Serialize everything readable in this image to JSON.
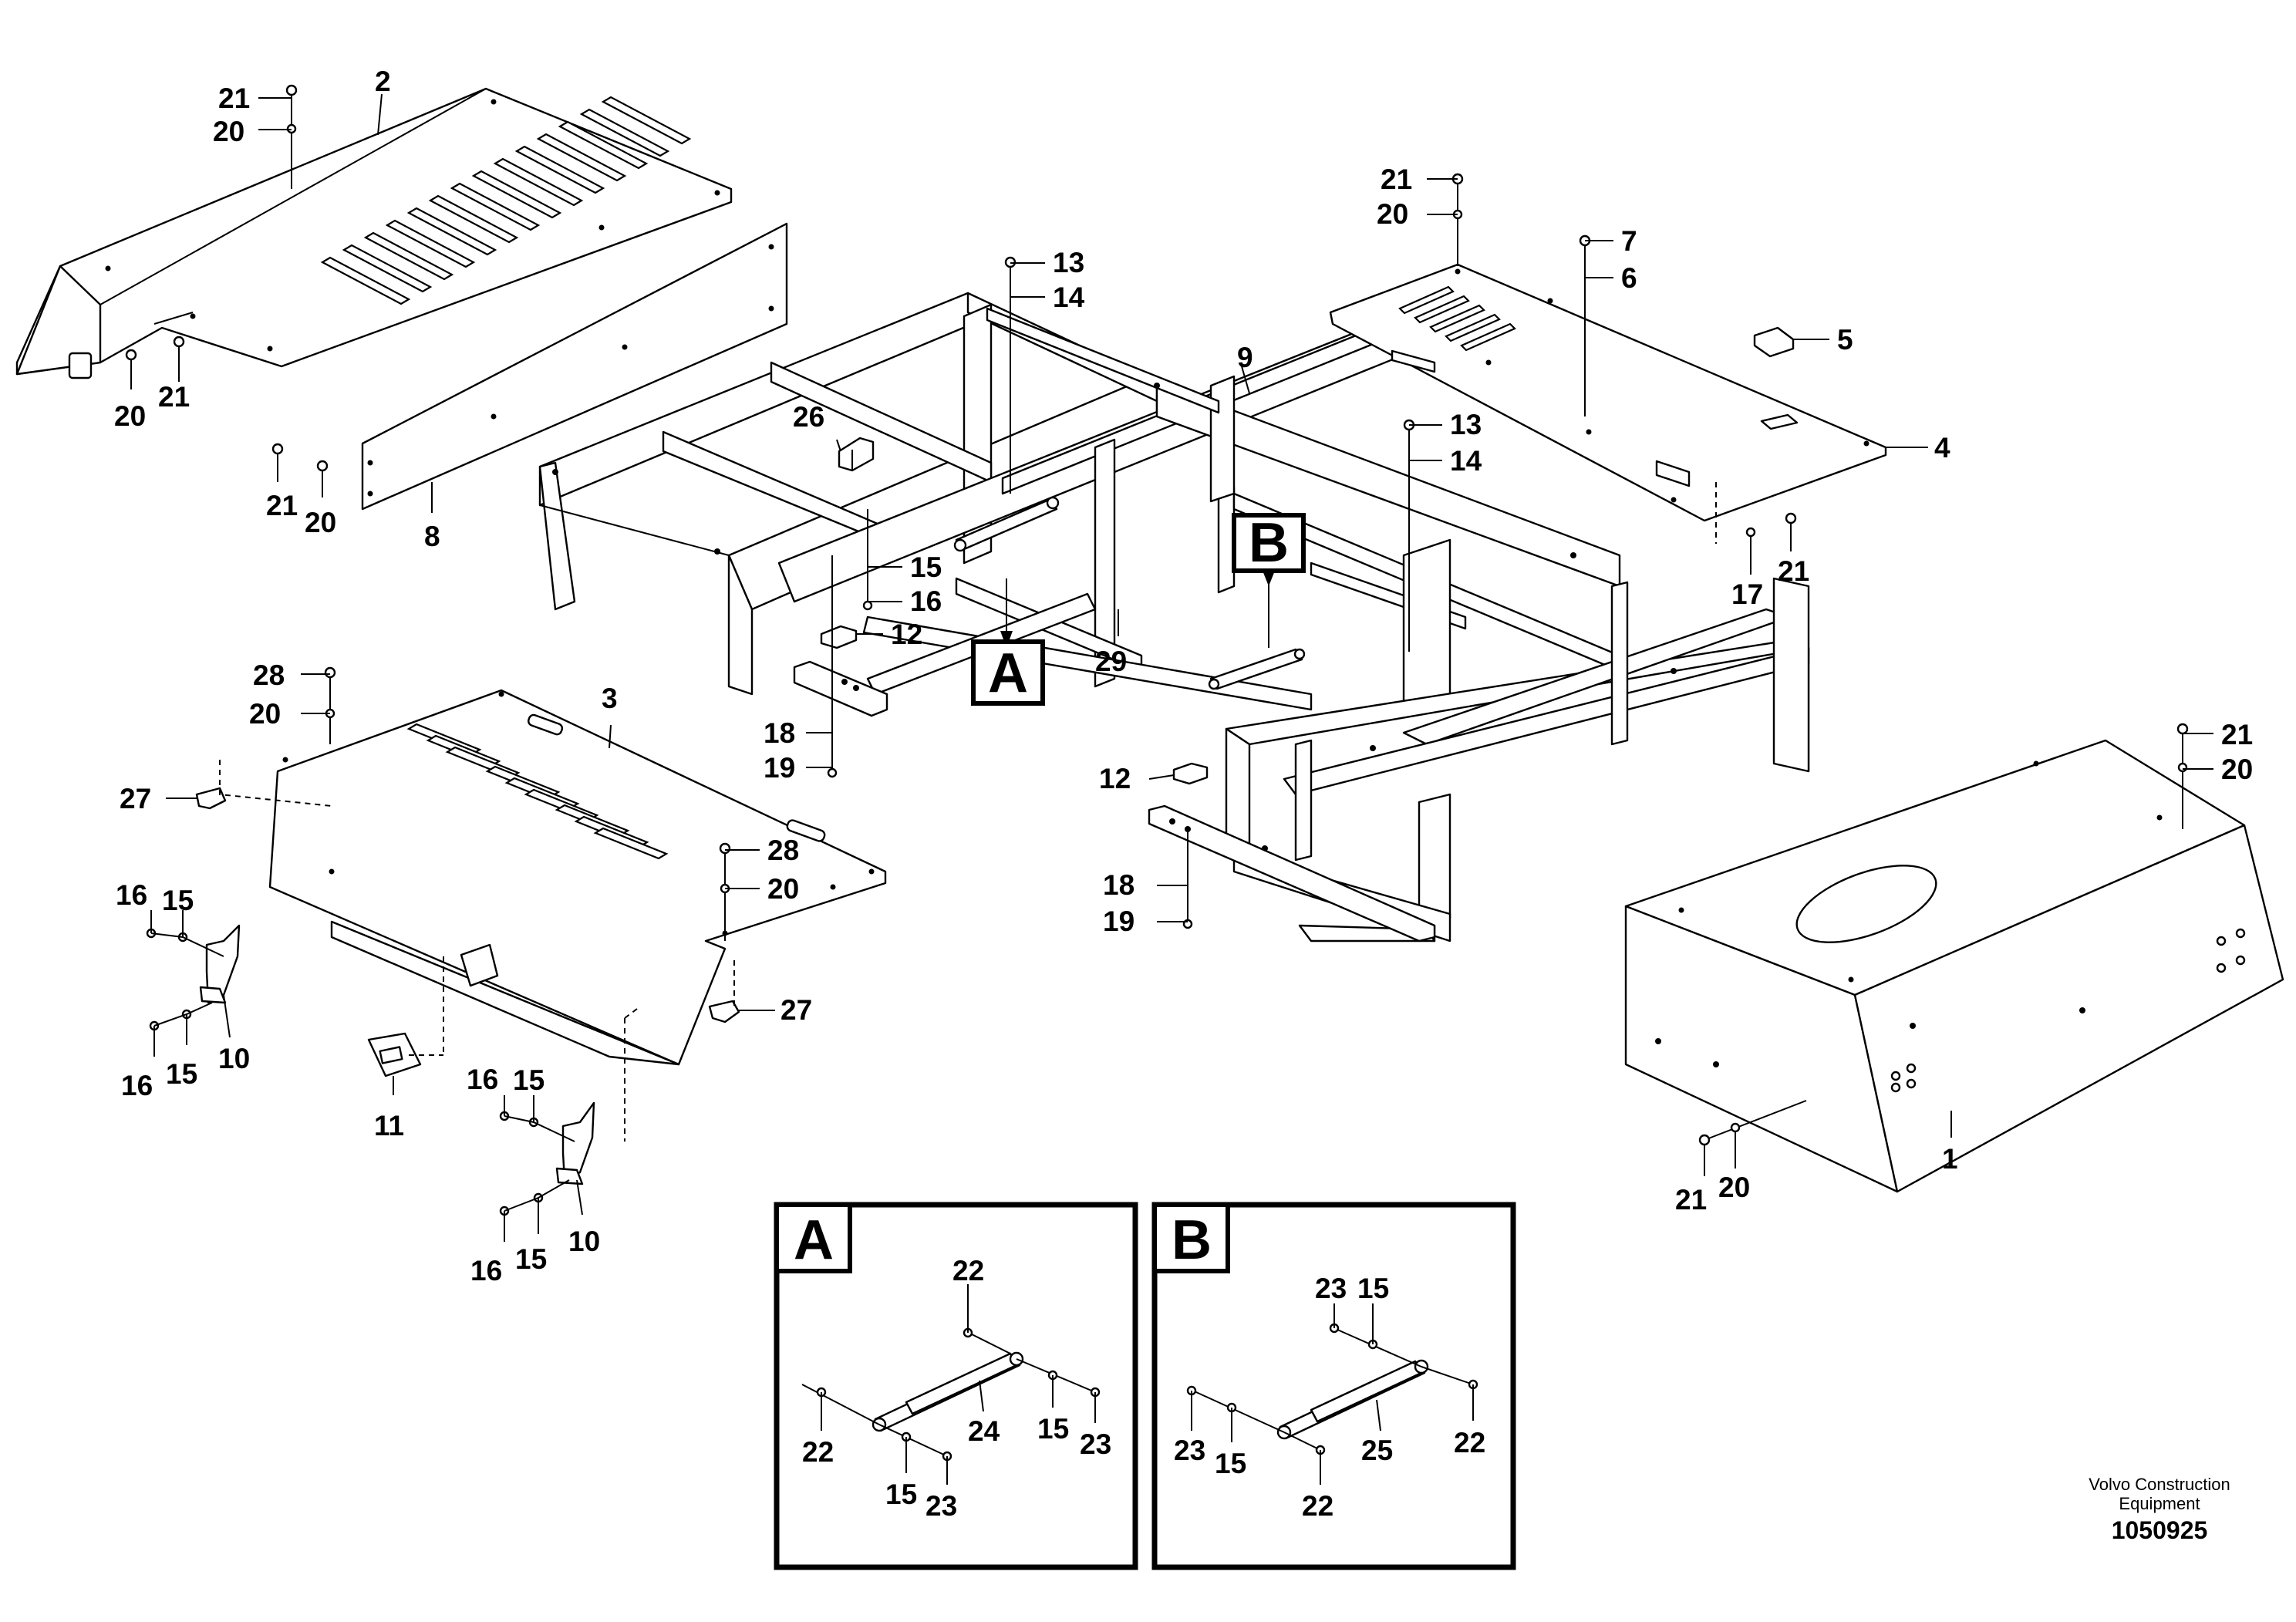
{
  "diagram": {
    "callouts": {
      "p21a": "21",
      "p20a": "20",
      "p2": "2",
      "p20b": "20",
      "p21b": "21",
      "p21c": "21",
      "p20c": "20",
      "p8": "8",
      "p13a": "13",
      "p14a": "14",
      "p26": "26",
      "p15a": "15",
      "p16a": "16",
      "p12a": "12",
      "p18a": "18",
      "p19a": "19",
      "p29": "29",
      "p9": "9",
      "p13b": "13",
      "p14b": "14",
      "p21d": "21",
      "p20d": "20",
      "p7": "7",
      "p6": "6",
      "p5": "5",
      "p4": "4",
      "p17": "17",
      "p21e": "21",
      "p28a": "28",
      "p20e": "20",
      "p3": "3",
      "p27a": "27",
      "p28b": "28",
      "p20f": "20",
      "p27b": "27",
      "p16b": "16",
      "p15b": "15",
      "p16c": "16",
      "p15c": "15",
      "p10a": "10",
      "p11": "11",
      "p16d": "16",
      "p15d": "15",
      "p16e": "16",
      "p15e": "15",
      "p10b": "10",
      "p12b": "12",
      "p18b": "18",
      "p19b": "19",
      "p21f": "21",
      "p20g": "20",
      "p21g": "21",
      "p20h": "20",
      "p1": "1",
      "dA22a": "22",
      "dA22b": "22",
      "dA24": "24",
      "dA15a": "15",
      "dA23a": "23",
      "dA15b": "15",
      "dA23b": "23",
      "dB23a": "23",
      "dB15a": "15",
      "dB23b": "23",
      "dB15b": "15",
      "dB25": "25",
      "dB22a": "22",
      "dB22b": "22"
    },
    "detail_tags": {
      "a": "A",
      "b": "B"
    },
    "footer": {
      "company_line1": "Volvo Construction",
      "company_line2": "Equipment",
      "document_number": "1050925"
    }
  }
}
